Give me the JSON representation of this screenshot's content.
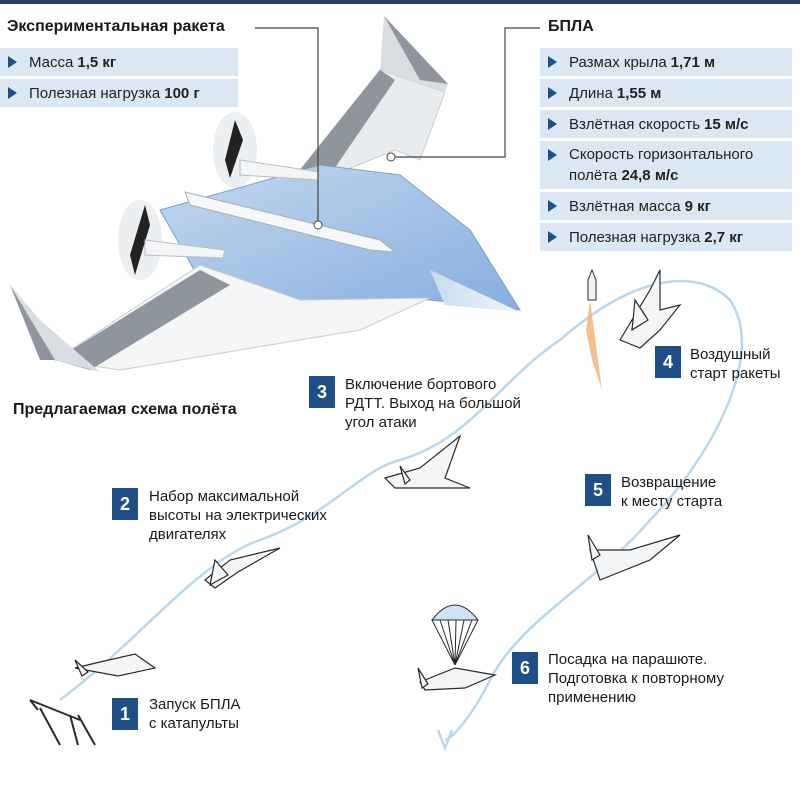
{
  "rocket": {
    "title": "Экспериментальная ракета",
    "specs": [
      {
        "label": "Масса",
        "value": "1,5 кг"
      },
      {
        "label": "Полезная нагрузка",
        "value": "100 г"
      }
    ]
  },
  "uav": {
    "title": "БПЛА",
    "specs": [
      {
        "label": "Размах крыла",
        "value": "1,71 м"
      },
      {
        "label": "Длина",
        "value": "1,55 м"
      },
      {
        "label": "Взлётная скорость",
        "value": "15 м/с"
      },
      {
        "label": "Скорость горизонтального\nполёта",
        "value": "24,8 м/с"
      },
      {
        "label": "Взлётная масса",
        "value": "9 кг"
      },
      {
        "label": "Полезная нагрузка",
        "value": "2,7 кг"
      }
    ]
  },
  "flight": {
    "title": "Предлагаемая схема полёта",
    "steps": [
      {
        "num": "1",
        "text": "Запуск БПЛА\nс катапульты"
      },
      {
        "num": "2",
        "text": "Набор максимальной\nвысоты на электрических\nдвигателях"
      },
      {
        "num": "3",
        "text": "Включение бортового\nРДТТ. Выход на большой\nугол атаки"
      },
      {
        "num": "4",
        "text": "Воздушный\nстарт ракеты"
      },
      {
        "num": "5",
        "text": "Возвращение\nк месту старта"
      },
      {
        "num": "6",
        "text": "Посадка на парашюте.\nПодготовка к повторному\nприменению"
      }
    ]
  },
  "colors": {
    "accent": "#1f4f86",
    "spec_bg": "#dbe8f3",
    "body_blue": "#a8c6e8",
    "wing_grey": "#9aa0a8",
    "path": "#b9d7ee"
  }
}
